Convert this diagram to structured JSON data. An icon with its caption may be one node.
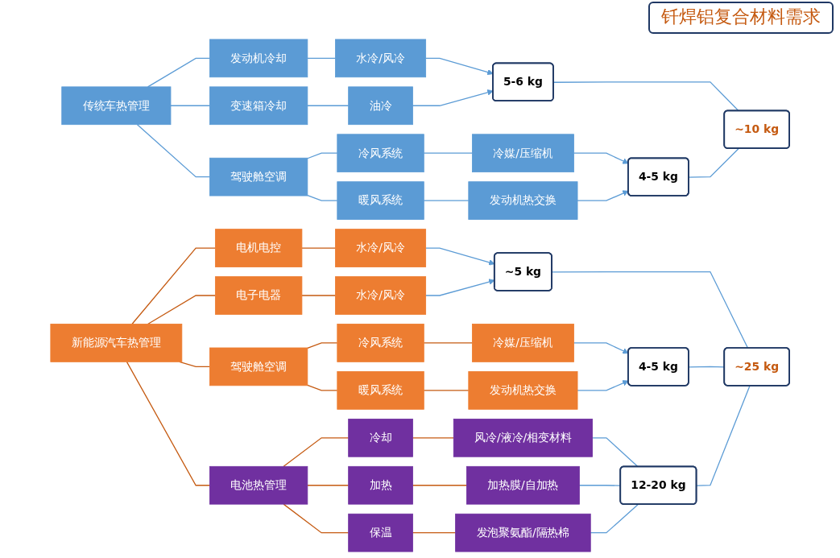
{
  "diagram": {
    "title": "钎焊铝复合材料需求",
    "nodes": [
      {
        "text": [
          "传统车热管理"
        ]
      },
      {
        "text": [
          "发动机冷却"
        ]
      },
      {
        "text": [
          "变速箱冷却"
        ]
      },
      {
        "text": [
          "驾驶舱空调"
        ]
      },
      {
        "text": [
          "水冷/风冷"
        ]
      },
      {
        "text": [
          "油冷"
        ]
      },
      {
        "text": [
          "冷风系统"
        ]
      },
      {
        "text": [
          "暖风系统"
        ]
      },
      {
        "text": [
          "冷媒/压缩机"
        ]
      },
      {
        "text": [
          "发动机热交换"
        ]
      },
      {
        "text": [
          "5-6 kg"
        ]
      },
      {
        "text": [
          "4-5 kg"
        ]
      },
      {
        "text": [
          "~10 kg"
        ]
      },
      {
        "text": [
          "新能源汽车热管理"
        ]
      },
      {
        "text": [
          "电机电控"
        ]
      },
      {
        "text": [
          "电子电器"
        ]
      },
      {
        "text": [
          "驾驶舱空调"
        ]
      },
      {
        "text": [
          "电池热管理"
        ]
      },
      {
        "text": [
          "水冷/风冷"
        ]
      },
      {
        "text": [
          "水冷/风冷"
        ]
      },
      {
        "text": [
          "冷风系统"
        ]
      },
      {
        "text": [
          "暖风系统"
        ]
      },
      {
        "text": [
          "冷媒/压缩机"
        ]
      },
      {
        "text": [
          "发动机热交换"
        ]
      },
      {
        "text": [
          "冷却"
        ]
      },
      {
        "text": [
          "加热"
        ]
      },
      {
        "text": [
          "保温"
        ]
      },
      {
        "text": [
          "风冷/液冷/相变材料"
        ]
      },
      {
        "text": [
          "加热膜/自加热"
        ]
      },
      {
        "text": [
          "发泡聚氨酯/隔热棉"
        ]
      },
      {
        "text": [
          "~5 kg"
        ]
      },
      {
        "text": [
          "4-5 kg"
        ]
      },
      {
        "text": [
          "12-20 kg"
        ]
      },
      {
        "text": [
          "~25 kg"
        ]
      }
    ],
    "edges": [
      {
        "from": 0,
        "to": 1,
        "arrow": "none"
      },
      {
        "from": 0,
        "to": 2,
        "arrow": "none"
      },
      {
        "from": 0,
        "to": 3,
        "arrow": "none"
      },
      {
        "from": 1,
        "to": 4,
        "arrow": "none"
      },
      {
        "from": 2,
        "to": 5,
        "arrow": "none"
      },
      {
        "from": 3,
        "to": 6,
        "arrow": "none"
      },
      {
        "from": 3,
        "to": 7,
        "arrow": "none"
      },
      {
        "from": 6,
        "to": 8,
        "arrow": "none"
      },
      {
        "from": 7,
        "to": 9,
        "arrow": "none"
      },
      {
        "from": 4,
        "to": 10,
        "arrow": "to"
      },
      {
        "from": 5,
        "to": 10,
        "arrow": "to"
      },
      {
        "from": 8,
        "to": 11,
        "arrow": "to"
      },
      {
        "from": 9,
        "to": 11,
        "arrow": "to"
      },
      {
        "from": 10,
        "to": 12,
        "arrow": "none"
      },
      {
        "from": 11,
        "to": 12,
        "arrow": "none"
      },
      {
        "from": 13,
        "to": 14,
        "arrow": "none",
        "color": "#c55a11"
      },
      {
        "from": 13,
        "to": 15,
        "arrow": "none",
        "color": "#c55a11"
      },
      {
        "from": 13,
        "to": 16,
        "arrow": "none",
        "color": "#c55a11"
      },
      {
        "from": 13,
        "to": 17,
        "arrow": "none",
        "color": "#c55a11"
      },
      {
        "from": 14,
        "to": 18,
        "arrow": "none",
        "color": "#c55a11"
      },
      {
        "from": 15,
        "to": 19,
        "arrow": "none",
        "color": "#c55a11"
      },
      {
        "from": 16,
        "to": 20,
        "arrow": "none",
        "color": "#c55a11"
      },
      {
        "from": 16,
        "to": 21,
        "arrow": "none",
        "color": "#c55a11"
      },
      {
        "from": 20,
        "to": 22,
        "arrow": "none",
        "color": "#c55a11"
      },
      {
        "from": 21,
        "to": 23,
        "arrow": "none",
        "color": "#c55a11"
      },
      {
        "from": 17,
        "to": 24,
        "arrow": "none",
        "color": "#c55a11"
      },
      {
        "from": 17,
        "to": 25,
        "arrow": "none",
        "color": "#c55a11"
      },
      {
        "from": 17,
        "to": 26,
        "arrow": "none",
        "color": "#c55a11"
      },
      {
        "from": 24,
        "to": 27,
        "arrow": "none",
        "color": "#c55a11"
      },
      {
        "from": 25,
        "to": 28,
        "arrow": "none",
        "color": "#c55a11"
      },
      {
        "from": 26,
        "to": 29,
        "arrow": "none",
        "color": "#c55a11"
      },
      {
        "from": 18,
        "to": 30,
        "arrow": "to"
      },
      {
        "from": 19,
        "to": 30,
        "arrow": "to"
      },
      {
        "from": 22,
        "to": 31,
        "arrow": "to"
      },
      {
        "from": 23,
        "to": 31,
        "arrow": "to"
      },
      {
        "from": 27,
        "to": 32,
        "arrow": "none"
      },
      {
        "from": 28,
        "to": 32,
        "arrow": "none"
      },
      {
        "from": 29,
        "to": 32,
        "arrow": "none"
      },
      {
        "from": 30,
        "to": 33,
        "arrow": "none"
      },
      {
        "from": 31,
        "to": 33,
        "arrow": "none"
      },
      {
        "from": 32,
        "to": 33,
        "arrow": "none"
      }
    ]
  }
}
